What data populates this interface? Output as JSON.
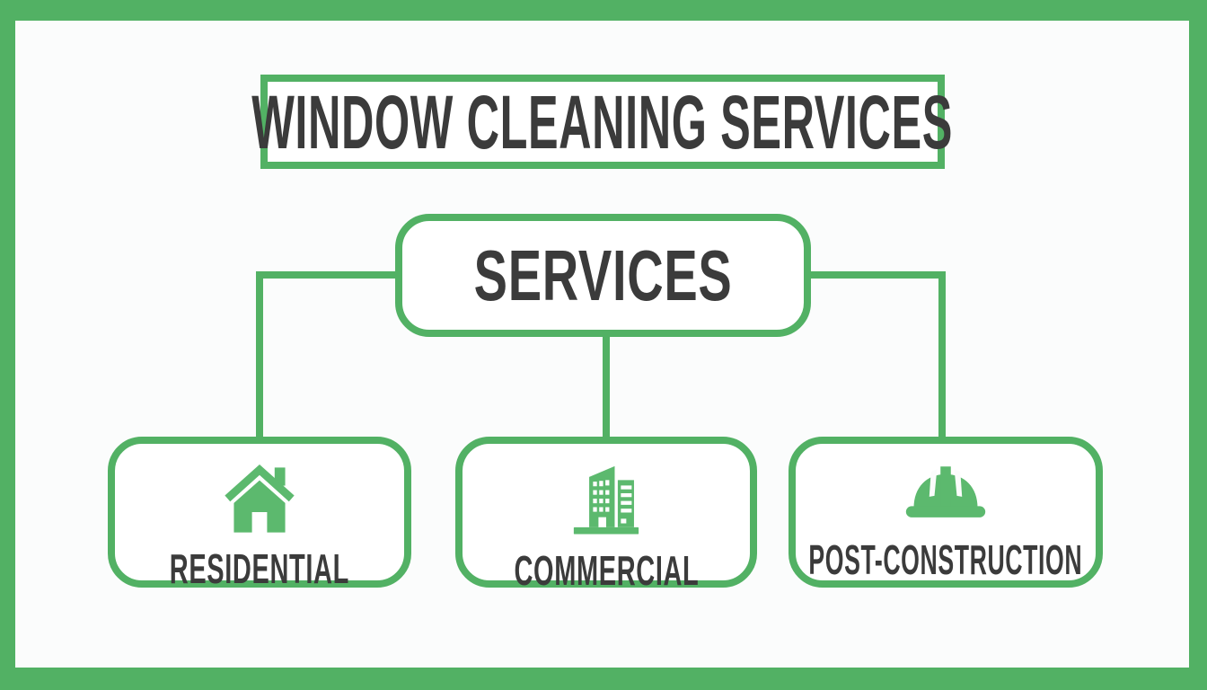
{
  "diagram": {
    "title": "WINDOW CLEANING SERVICES",
    "root": {
      "label": "SERVICES"
    },
    "children": [
      {
        "label": "RESIDENTIAL",
        "icon": "house-icon"
      },
      {
        "label": "COMMERCIAL",
        "icon": "building-icon"
      },
      {
        "label": "POST-CONSTRUCTION",
        "icon": "hard-hat-icon"
      }
    ]
  },
  "colors": {
    "green": "#52b164",
    "icon_green": "#5cb96e",
    "text": "#3b3b3b",
    "background": "#fbfcfc"
  }
}
